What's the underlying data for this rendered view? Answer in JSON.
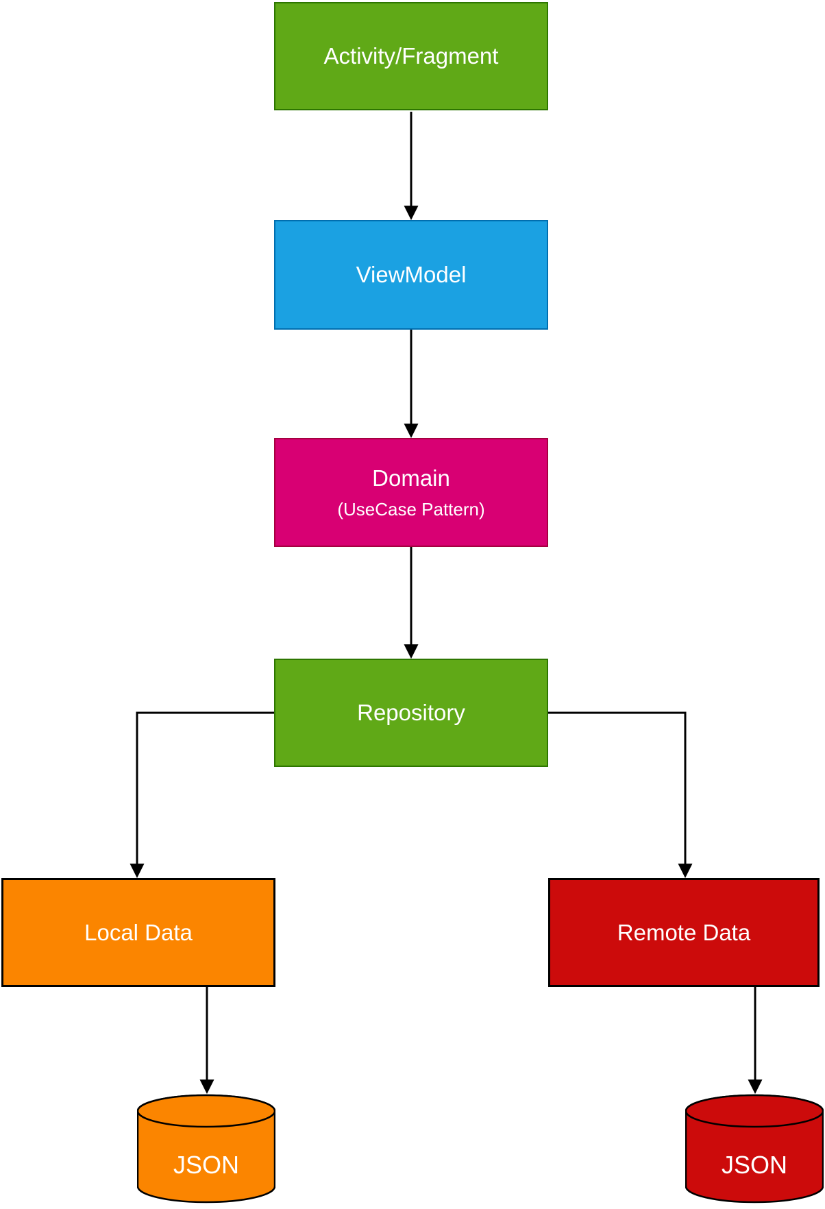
{
  "nodes": {
    "activity": {
      "label": "Activity/Fragment",
      "fill": "#60a917",
      "stroke": "#2d7600"
    },
    "viewmodel": {
      "label": "ViewModel",
      "fill": "#1ba1e2",
      "stroke": "#006eaf"
    },
    "domain": {
      "label": "Domain",
      "sublabel": "(UseCase Pattern)",
      "fill": "#d80073",
      "stroke": "#a50040"
    },
    "repository": {
      "label": "Repository",
      "fill": "#60a917",
      "stroke": "#2d7600"
    },
    "local_data": {
      "label": "Local Data",
      "fill": "#fb8500",
      "stroke": "#000000"
    },
    "remote_data": {
      "label": "Remote Data",
      "fill": "#cc0b0b",
      "stroke": "#000000"
    },
    "local_json": {
      "label": "JSON",
      "fill": "#fb8500",
      "stroke": "#000000"
    },
    "remote_json": {
      "label": "JSON",
      "fill": "#cc0b0b",
      "stroke": "#000000"
    }
  },
  "edges": [
    {
      "from": "Activity/Fragment",
      "to": "ViewModel"
    },
    {
      "from": "ViewModel",
      "to": "Domain"
    },
    {
      "from": "Domain",
      "to": "Repository"
    },
    {
      "from": "Repository",
      "to": "Local Data"
    },
    {
      "from": "Repository",
      "to": "Remote Data"
    },
    {
      "from": "Local Data",
      "to": "JSON"
    },
    {
      "from": "Remote Data",
      "to": "JSON"
    }
  ],
  "connectors": {
    "color": "#000000"
  }
}
